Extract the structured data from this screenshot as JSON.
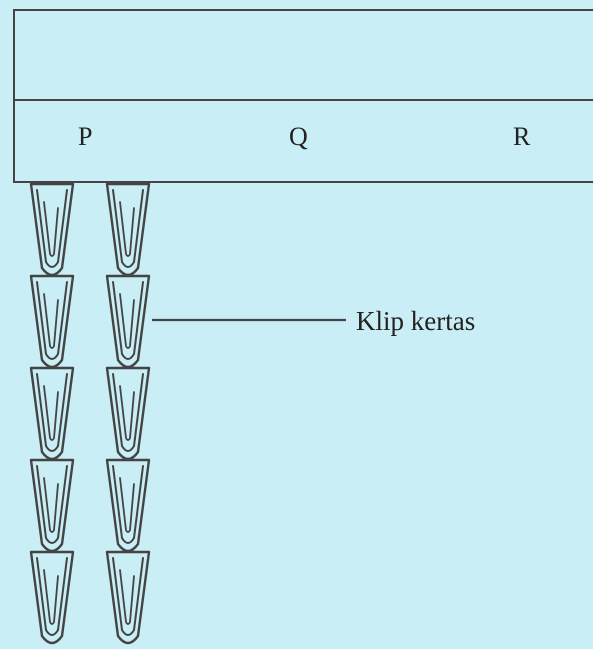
{
  "magnet": {
    "labels": [
      "P",
      "Q",
      "R"
    ]
  },
  "clip_label": "Klip kertas",
  "clip_chains": [
    {
      "count": 5
    },
    {
      "count": 5
    }
  ],
  "colors": {
    "background": "#c9eef5",
    "line": "#444444"
  }
}
